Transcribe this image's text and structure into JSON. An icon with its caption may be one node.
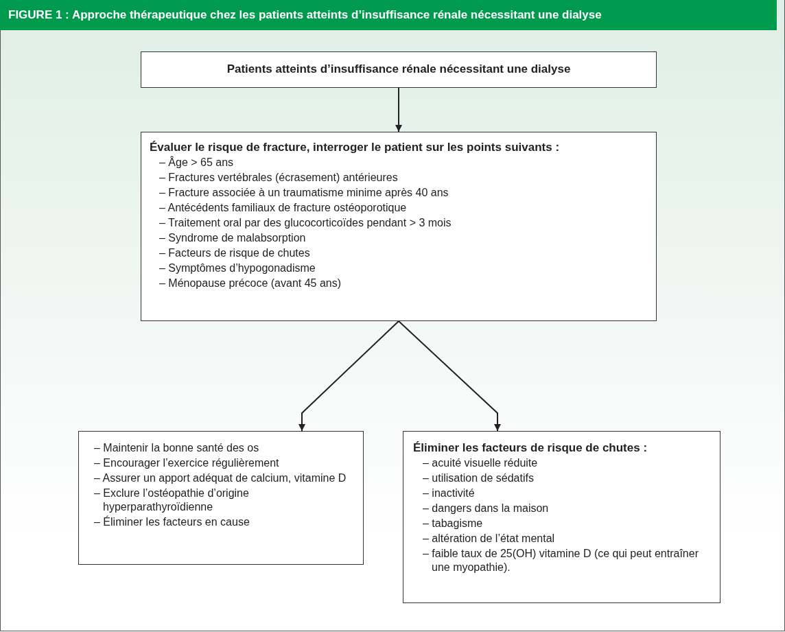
{
  "diagram": {
    "title": "FIGURE 1 : Approche thérapeutique chez les patients atteints d’insuffisance rénale nécessitant une dialyse",
    "nodes": [
      {
        "text": [
          "Patients atteints d’insuffisance rénale nécessitant une dialyse"
        ]
      },
      {
        "text": [
          "Évaluer le risque de fracture, interroger le patient sur les points suivants :",
          "– Âge > 65 ans",
          "– Fractures vertébrales (écrasement) antérieures",
          "– Fracture associée à un traumatisme minime après 40 ans",
          "– Antécédents familiaux de fracture ostéoporotique",
          "– Traitement oral par des glucocorticoïdes pendant > 3 mois",
          "– Syndrome de malabsorption",
          "– Facteurs de risque de chutes",
          "– Symptômes d’hypogonadisme",
          "– Ménopause précoce (avant 45 ans)"
        ]
      },
      {
        "text": [
          "– Maintenir la bonne santé des os",
          "– Encourager l’exercice régulièrement",
          "– Assurer un apport adéquat de calcium, vitamine D",
          "– Exclure l’ostéopathie d’origine hyperparathyroïdienne",
          "– Éliminer les facteurs en cause"
        ]
      },
      {
        "text": [
          "Éliminer les facteurs de risque de chutes :",
          "– acuité visuelle réduite",
          "– utilisation de sédatifs",
          "– inactivité",
          "– dangers dans la maison",
          "– tabagisme",
          "– altération de l’état mental",
          "– faible taux de 25(OH) vitamine D (ce qui peut entraîner une myopathie)."
        ]
      }
    ],
    "edges": [
      {
        "from": 0,
        "to": 1,
        "arrow": "to"
      },
      {
        "from": 1,
        "to": 2,
        "arrow": "to"
      },
      {
        "from": 1,
        "to": 3,
        "arrow": "to"
      }
    ]
  }
}
